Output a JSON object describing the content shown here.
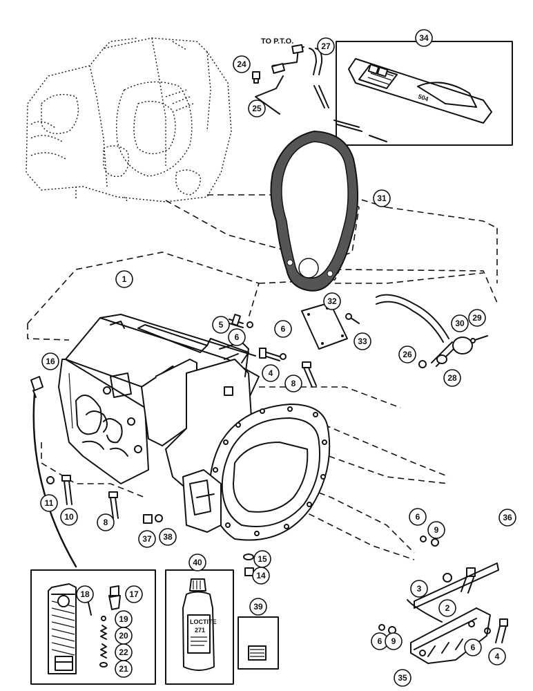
{
  "annotations": {
    "to_pto": "TO P.T.O.",
    "sealant_tube_text": "504",
    "bottle_brand": "LOCTITE",
    "bottle_number": "271"
  },
  "callouts": [
    {
      "id": "c1",
      "label": "1"
    },
    {
      "id": "c2",
      "label": "2"
    },
    {
      "id": "c3",
      "label": "3"
    },
    {
      "id": "c4a",
      "label": "4"
    },
    {
      "id": "c4b",
      "label": "4"
    },
    {
      "id": "c5",
      "label": "5"
    },
    {
      "id": "c6a",
      "label": "6"
    },
    {
      "id": "c6b",
      "label": "6"
    },
    {
      "id": "c6c",
      "label": "6"
    },
    {
      "id": "c6d",
      "label": "6"
    },
    {
      "id": "c6e",
      "label": "6"
    },
    {
      "id": "c8a",
      "label": "8"
    },
    {
      "id": "c8b",
      "label": "8"
    },
    {
      "id": "c9a",
      "label": "9"
    },
    {
      "id": "c9b",
      "label": "9"
    },
    {
      "id": "c10",
      "label": "10"
    },
    {
      "id": "c11",
      "label": "11"
    },
    {
      "id": "c14",
      "label": "14"
    },
    {
      "id": "c15",
      "label": "15"
    },
    {
      "id": "c16",
      "label": "16"
    },
    {
      "id": "c17",
      "label": "17"
    },
    {
      "id": "c18",
      "label": "18"
    },
    {
      "id": "c19",
      "label": "19"
    },
    {
      "id": "c20",
      "label": "20"
    },
    {
      "id": "c21",
      "label": "21"
    },
    {
      "id": "c22",
      "label": "22"
    },
    {
      "id": "c24",
      "label": "24"
    },
    {
      "id": "c25",
      "label": "25"
    },
    {
      "id": "c26",
      "label": "26"
    },
    {
      "id": "c27",
      "label": "27"
    },
    {
      "id": "c28",
      "label": "28"
    },
    {
      "id": "c29",
      "label": "29"
    },
    {
      "id": "c30",
      "label": "30"
    },
    {
      "id": "c31",
      "label": "31"
    },
    {
      "id": "c32",
      "label": "32"
    },
    {
      "id": "c33",
      "label": "33"
    },
    {
      "id": "c34",
      "label": "34"
    },
    {
      "id": "c35",
      "label": "35"
    },
    {
      "id": "c36",
      "label": "36"
    },
    {
      "id": "c37",
      "label": "37"
    },
    {
      "id": "c38",
      "label": "38"
    },
    {
      "id": "c39",
      "label": "39"
    },
    {
      "id": "c40",
      "label": "40"
    }
  ]
}
